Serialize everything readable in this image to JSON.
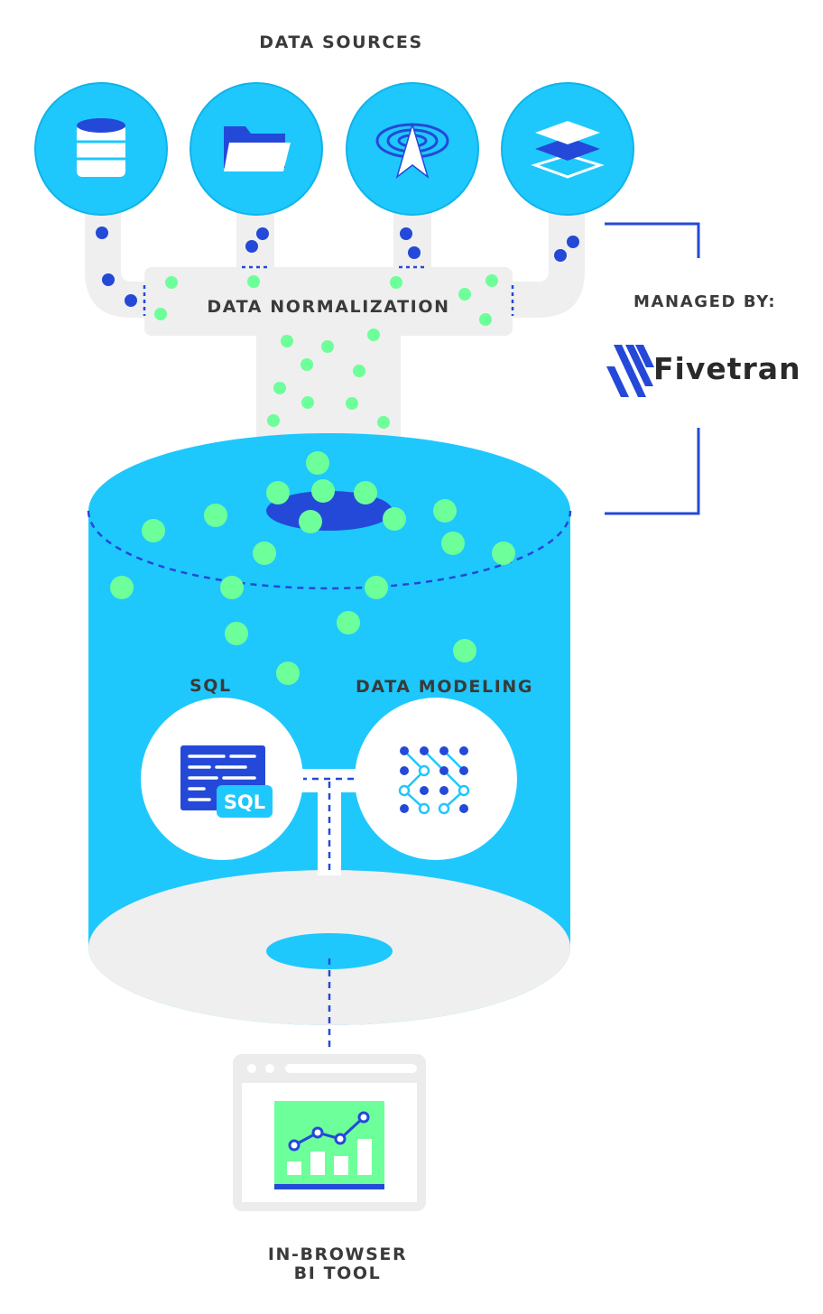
{
  "labels": {
    "data_sources": "DATA SOURCES",
    "normalization": "DATA NORMALIZATION",
    "managed_by": "MANAGED BY:",
    "brand": "Fivetran",
    "sql": "SQL",
    "data_modeling": "DATA MODELING",
    "sql_badge": "SQL",
    "bi_tool_line1": "IN-BROWSER",
    "bi_tool_line2": "BI TOOL"
  },
  "sources": [
    {
      "icon": "database-icon"
    },
    {
      "icon": "folder-icon"
    },
    {
      "icon": "broadcast-antenna-icon"
    },
    {
      "icon": "layers-icon"
    }
  ],
  "colors": {
    "cyan": "#1ec8fc",
    "blue": "#2449d8",
    "green": "#6dff9a",
    "gray": "#efefef",
    "text": "#3a3a3a"
  }
}
